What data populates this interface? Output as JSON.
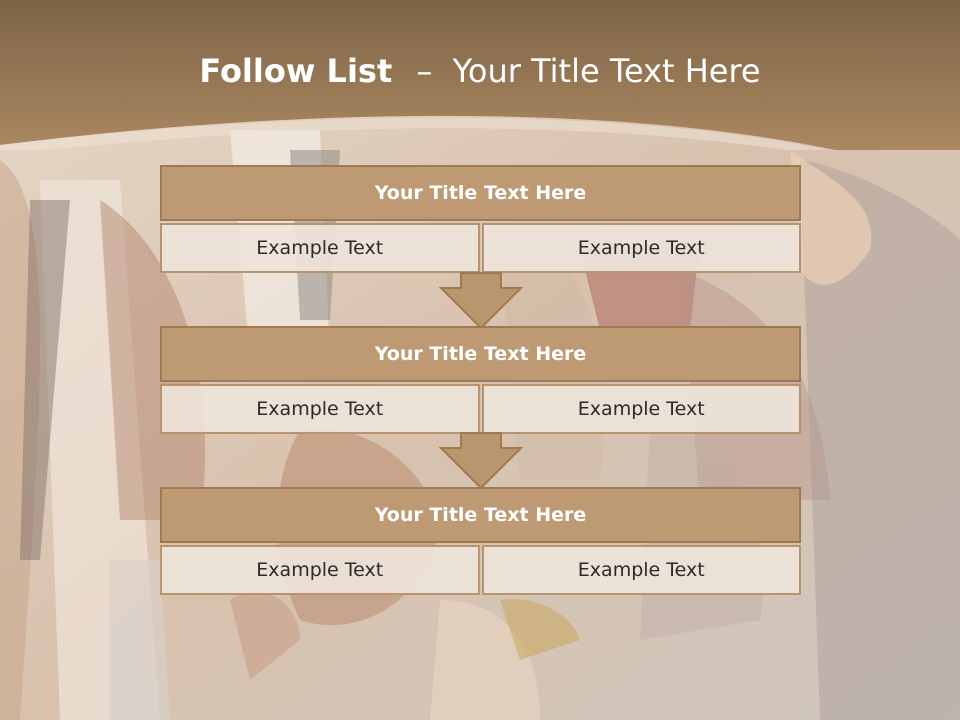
{
  "header": {
    "title_bold": "Follow List",
    "title_sep": "–",
    "title_rest": "Your Title Text Here"
  },
  "blocks": [
    {
      "title": "Your Title Text Here",
      "left": "Example Text",
      "right": "Example Text"
    },
    {
      "title": "Your Title Text Here",
      "left": "Example Text",
      "right": "Example Text"
    },
    {
      "title": "Your Title Text Here",
      "left": "Example Text",
      "right": "Example Text"
    }
  ],
  "colors": {
    "header_brown": "#a9845e",
    "block_title_fill": "#bd9a74",
    "block_border": "#9d7a52",
    "cell_fill": "#ede4da",
    "arrow_fill": "#b99570"
  }
}
